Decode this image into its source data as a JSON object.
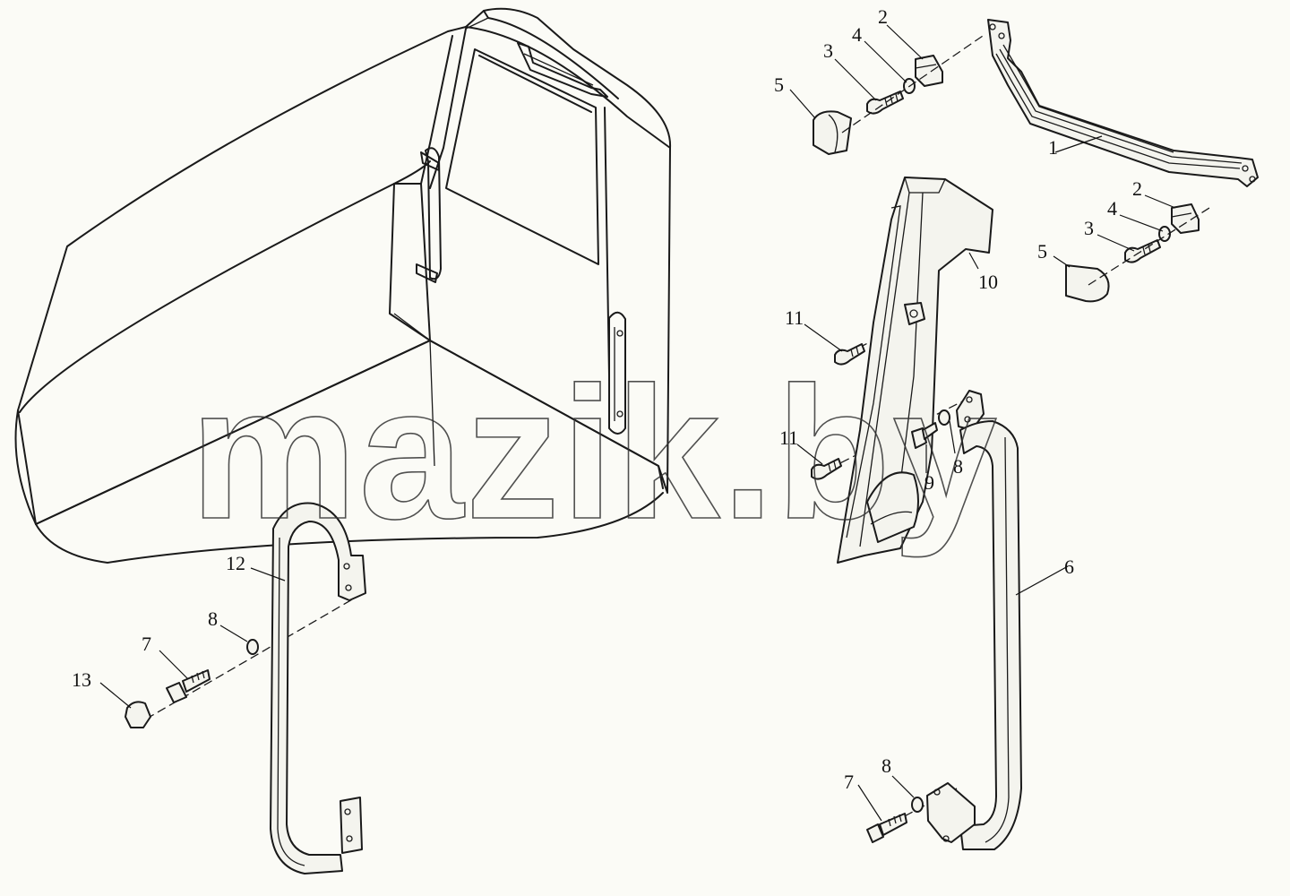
{
  "watermark": "mazik.by",
  "callouts": {
    "c1": "1",
    "c2a": "2",
    "c2b": "2",
    "c3a": "3",
    "c3b": "3",
    "c4a": "4",
    "c4b": "4",
    "c5a": "5",
    "c5b": "5",
    "c6": "6",
    "c7a": "7",
    "c7b": "7",
    "c8a": "8",
    "c8b": "8",
    "c8c": "8",
    "c9": "9",
    "c10": "10",
    "c11a": "11",
    "c11b": "11",
    "c12": "12",
    "c13": "13"
  }
}
